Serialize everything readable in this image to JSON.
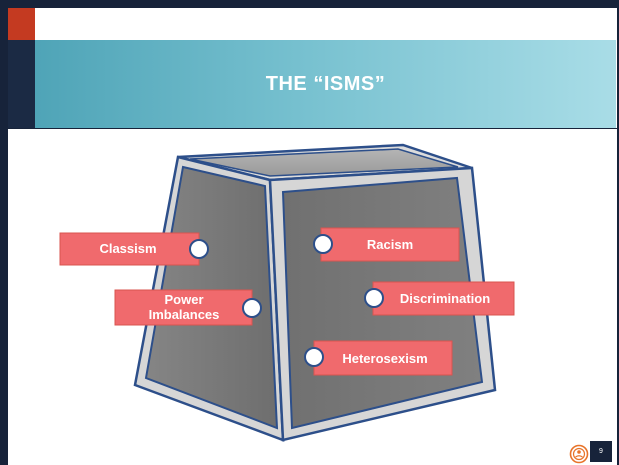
{
  "slide": {
    "title": "THE “ISMS”",
    "page_number": "9"
  },
  "diagram": {
    "labels": {
      "classism": "Classism",
      "power_line1": "Power",
      "power_line2": "Imbalances",
      "racism": "Racism",
      "discrimination": "Discrimination",
      "heterosexism": "Heterosexism"
    }
  },
  "colors": {
    "label_fill": "#f06a6d",
    "label_border": "#d9544f",
    "title_gradient_start": "#4fa4b7",
    "title_gradient_end": "#a9dde7",
    "accent": "#c43a21",
    "navy": "#17233a",
    "box_face": "#7d7d7d",
    "box_outline": "#2d4f8a"
  },
  "icons": {
    "logo": "orange-circle-logo-icon"
  }
}
